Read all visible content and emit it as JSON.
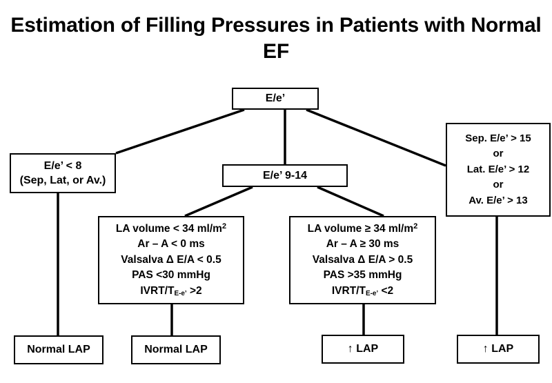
{
  "title": "Estimation of Filling Pressures in Patients with Normal EF",
  "title_lines": [
    "Estimation of Filling Pressures in",
    "Patients with Normal EF"
  ],
  "colors": {
    "background": "#ffffff",
    "stroke": "#000000",
    "text": "#000000"
  },
  "nodes": {
    "root": {
      "label": "E/e’"
    },
    "low": {
      "lines": [
        "E/e’ < 8",
        "(Sep, Lat, or Av.)"
      ]
    },
    "mid": {
      "label": "E/e’ 9-14"
    },
    "high": {
      "lines": [
        "Sep. E/e’ > 15",
        "or",
        "Lat. E/e’ > 12",
        "or",
        "Av. E/e’ > 13"
      ]
    },
    "criteria_left": {
      "lines": [
        "LA volume < 34 ml/m",
        "Ar – A < 0 ms",
        "Valsalva Δ E/A < 0.5",
        "PAS <30 mmHg",
        "IVRT/T"
      ],
      "line1_superscript": "2",
      "line5_subscript": "E-e’",
      "line5_tail": " >2"
    },
    "criteria_right": {
      "lines": [
        "LA volume ≥ 34 ml/m",
        "Ar – A ≥ 30 ms",
        "Valsalva Δ E/A > 0.5",
        "PAS >35 mmHg",
        "IVRT/T"
      ],
      "line1_superscript": "2",
      "line5_subscript": "E-e’",
      "line5_tail": " <2"
    },
    "outcome_1": {
      "label": "Normal LAP"
    },
    "outcome_2": {
      "label": "Normal LAP"
    },
    "outcome_3": {
      "arrow": "↑",
      "label": "LAP"
    },
    "outcome_4": {
      "arrow": "↑",
      "label": "LAP"
    }
  },
  "chart_data": {
    "type": "diagram",
    "diagram_kind": "decision-tree-flowchart",
    "title": "Estimation of Filling Pressures in Patients with Normal EF",
    "nodes": [
      {
        "id": "root",
        "text": "E/e’",
        "level": 0
      },
      {
        "id": "low",
        "text": "E/e’ < 8 (Sep, Lat, or Av.)",
        "level": 1
      },
      {
        "id": "mid",
        "text": "E/e’ 9-14",
        "level": 1
      },
      {
        "id": "high",
        "text": "Sep. E/e’ > 15 or Lat. E/e’ > 12 or Av. E/e’ > 13",
        "level": 1
      },
      {
        "id": "critL",
        "text": "LA volume < 34 ml/m2; Ar – A < 0 ms; Valsalva Δ E/A < 0.5; PAS <30 mmHg; IVRT/TE-e’ >2",
        "level": 2
      },
      {
        "id": "critR",
        "text": "LA volume ≥ 34 ml/m2; Ar – A ≥ 30 ms; Valsalva Δ E/A > 0.5; PAS >35 mmHg; IVRT/TE-e’ <2",
        "level": 2
      },
      {
        "id": "out1",
        "text": "Normal LAP",
        "level": 3
      },
      {
        "id": "out2",
        "text": "Normal LAP",
        "level": 3
      },
      {
        "id": "out3",
        "text": "↑ LAP",
        "level": 3
      },
      {
        "id": "out4",
        "text": "↑ LAP",
        "level": 3
      }
    ],
    "edges": [
      {
        "from": "root",
        "to": "low"
      },
      {
        "from": "root",
        "to": "mid"
      },
      {
        "from": "root",
        "to": "high"
      },
      {
        "from": "mid",
        "to": "critL"
      },
      {
        "from": "mid",
        "to": "critR"
      },
      {
        "from": "low",
        "to": "out1"
      },
      {
        "from": "critL",
        "to": "out2"
      },
      {
        "from": "critR",
        "to": "out3"
      },
      {
        "from": "high",
        "to": "out4"
      }
    ]
  }
}
